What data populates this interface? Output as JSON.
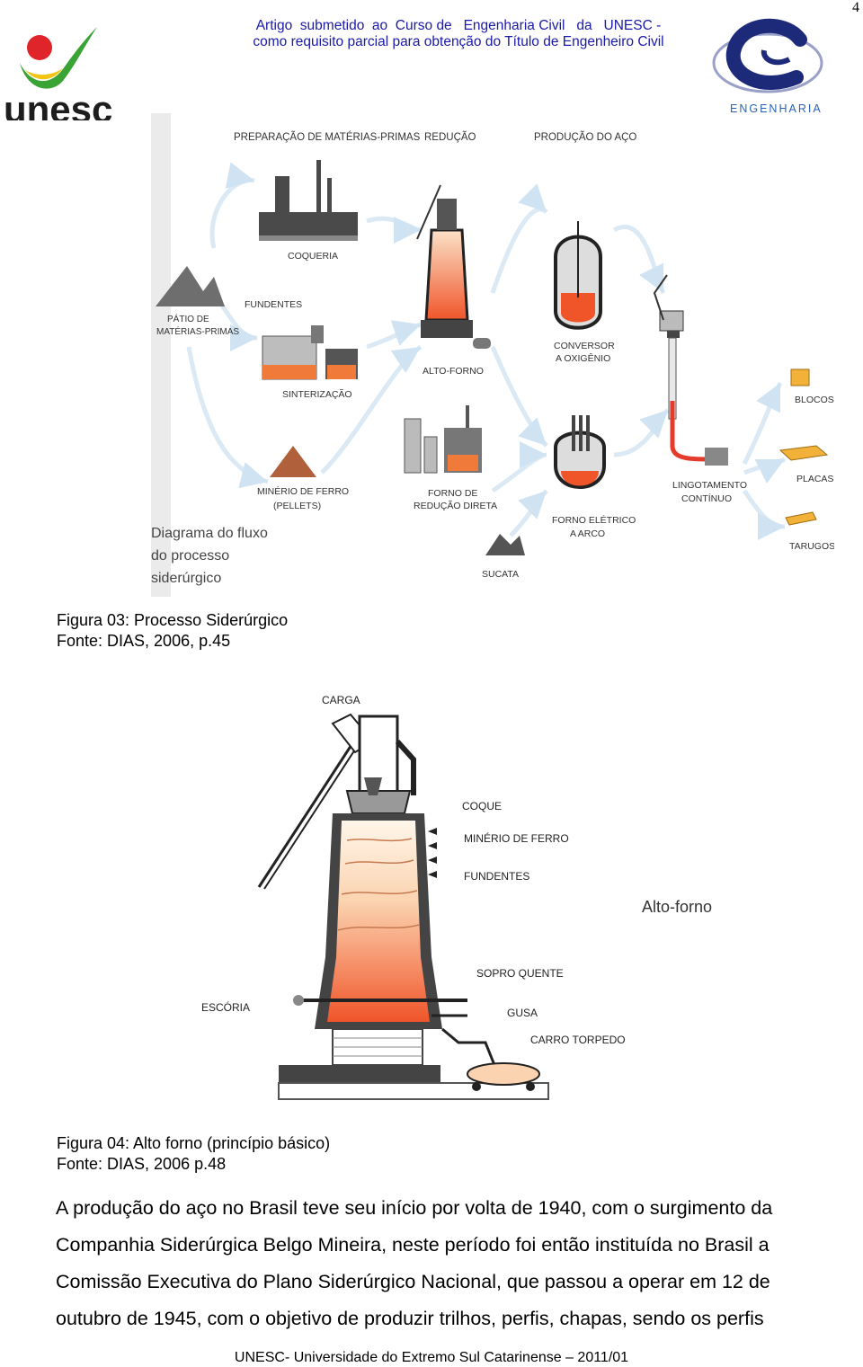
{
  "page_number": "4",
  "header": {
    "line1": "Artigo  submetido  ao  Curso de   Engenharia Civil   da   UNESC -",
    "line2": "como requisito parcial para obtenção do Título de Engenheiro Civil"
  },
  "logos": {
    "left_text": "unesc",
    "right_text": "ENGENHARIA"
  },
  "figure1": {
    "labels": {
      "prep": "PREPARAÇÃO DE MATÉRIAS-PRIMAS",
      "reducao": "REDUÇÃO",
      "producao": "PRODUÇÃO DO AÇO",
      "coqueria": "COQUERIA",
      "fundentes": "FUNDENTES",
      "patio1": "PÁTIO DE",
      "patio2": "MATÉRIAS-PRIMAS",
      "sinterizacao": "SINTERIZAÇÃO",
      "minerio1": "MINÉRIO DE FERRO",
      "minerio2": "(PELLETS)",
      "altoforno": "ALTO-FORNO",
      "forno_red1": "FORNO DE",
      "forno_red2": "REDUÇÃO DIRETA",
      "conversor1": "CONVERSOR",
      "conversor2": "A OXIGÊNIO",
      "forno_ele1": "FORNO ELÉTRICO",
      "forno_ele2": "A ARCO",
      "sucata": "SUCATA",
      "lingot1": "LINGOTAMENTO",
      "lingot2": "CONTÍNUO",
      "blocos": "BLOCOS",
      "placas": "PLACAS",
      "tarugos": "TARUGOS",
      "side1": "Diagrama do fluxo",
      "side2": "do processo",
      "side3": "siderúrgico"
    },
    "caption1": "Figura 03: Processo Siderúrgico",
    "caption2": "Fonte: DIAS, 2006, p.45"
  },
  "figure2": {
    "labels": {
      "carga": "CARGA",
      "coque": "COQUE",
      "minerio": "MINÉRIO DE FERRO",
      "fundentes": "FUNDENTES",
      "titulo": "Alto-forno",
      "sopro": "SOPRO QUENTE",
      "escoria": "ESCÓRIA",
      "gusa": "GUSA",
      "carro": "CARRO TORPEDO"
    },
    "caption1": "Figura 04: Alto forno (princípio básico)",
    "caption2": "Fonte: DIAS, 2006 p.48"
  },
  "paragraph": {
    "l1": "A produção do aço no Brasil teve seu início por volta de 1940, com o surgimento da",
    "l2": "Companhia Siderúrgica Belgo Mineira, neste período foi então instituída no Brasil a",
    "l3": "Comissão Executiva do Plano Siderúrgico Nacional, que passou a operar em 12 de",
    "l4": "outubro de 1945, com o objetivo de produzir trilhos, perfis, chapas, sendo os perfis"
  },
  "footer": "UNESC- Universidade do Extremo Sul Catarinense – 2011/01",
  "colors": {
    "header_blue": "#1a1aa8",
    "logo_green": "#3aa335",
    "logo_red": "#e0252a",
    "logo_navy": "#1d2a7a",
    "molten": "#f06a30"
  }
}
